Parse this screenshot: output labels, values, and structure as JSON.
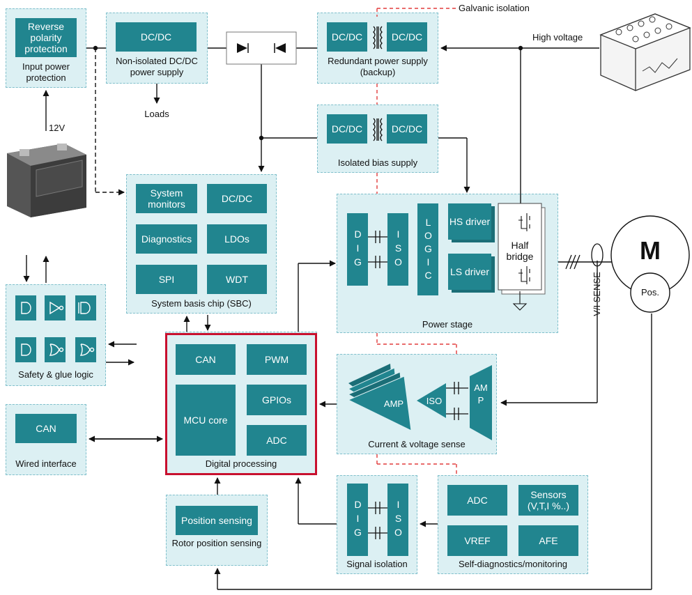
{
  "input_power": {
    "block": "Reverse polarity protection",
    "label": "Input power protection"
  },
  "dcdc_nonisolated": {
    "block": "DC/DC",
    "label": "Non-isolated DC/DC power supply"
  },
  "loads": "Loads",
  "v12": "12V",
  "galvanic": "Galvanic isolation",
  "high_voltage": "High voltage",
  "redundant": {
    "left": "DC/DC",
    "right": "DC/DC",
    "label": "Redundant power supply (backup)"
  },
  "bias": {
    "left": "DC/DC",
    "right": "DC/DC",
    "label": "Isolated bias supply"
  },
  "sbc": {
    "blocks": [
      "System monitors",
      "DC/DC",
      "Diagnostics",
      "LDOs",
      "SPI",
      "WDT"
    ],
    "label": "System basis chip (SBC)"
  },
  "power_stage": {
    "dig": "DIG",
    "iso": "ISO",
    "logic": "LOGIC",
    "hs": "HS driver",
    "ls": "LS driver",
    "half": "Half bridge",
    "label": "Power stage"
  },
  "motor": {
    "m": "M",
    "pos": "Pos.",
    "sense": "V/I SENSE"
  },
  "safety": {
    "label": "Safety & glue logic"
  },
  "wired": {
    "block": "CAN",
    "label": "Wired interface"
  },
  "digital": {
    "can": "CAN",
    "pwm": "PWM",
    "mcu": "MCU core",
    "gpio": "GPIOs",
    "adc": "ADC",
    "label": "Digital processing"
  },
  "sense": {
    "amp1": "AMP",
    "iso": "ISO",
    "amp2": "AMP",
    "label": "Current & voltage sense"
  },
  "rotor": {
    "block": "Position sensing",
    "label": "Rotor position sensing"
  },
  "sigiso": {
    "dig": "DIG",
    "iso": "ISO",
    "label": "Signal isolation"
  },
  "selfdiag": {
    "blocks": [
      "ADC",
      "Sensors (V,T,I %..)",
      "VREF",
      "AFE"
    ],
    "label": "Self-diagnostics/monitoring"
  },
  "colors": {
    "block": "#21858f",
    "group": "#dcf0f3",
    "highlight": "#c8102e",
    "isolation": "#e23b3b"
  }
}
